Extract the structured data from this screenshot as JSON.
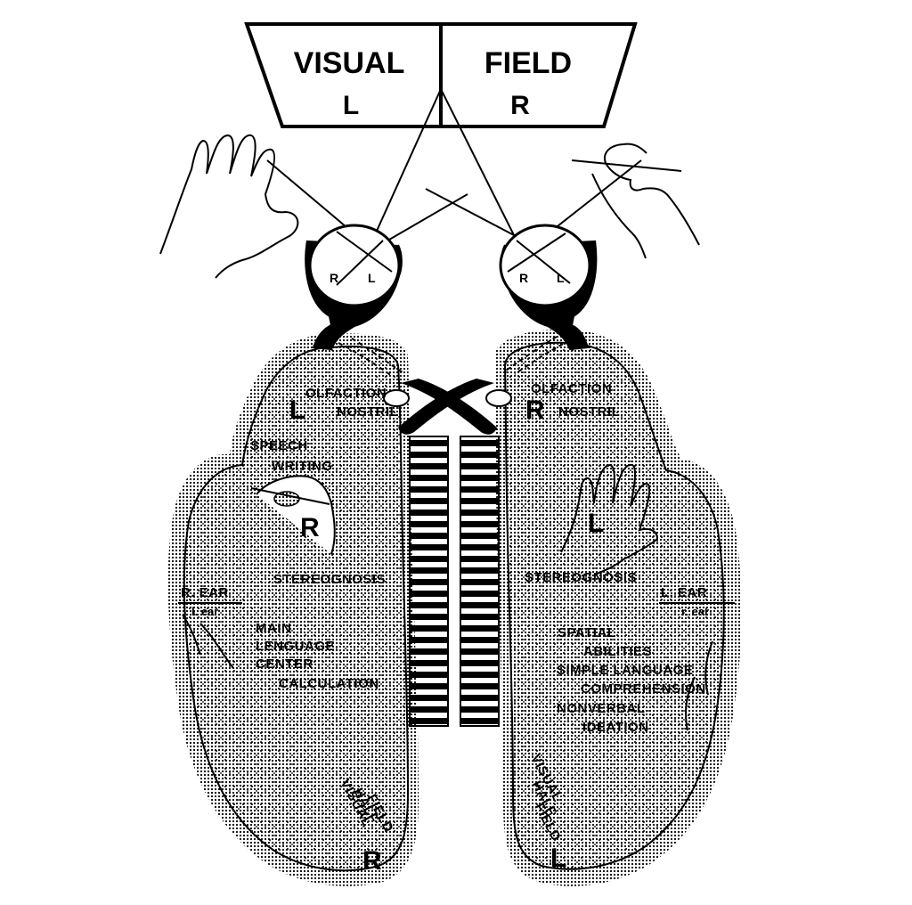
{
  "visual_field": {
    "left_word": "VISUAL",
    "right_word": "FIELD",
    "left_side": "L",
    "right_side": "R"
  },
  "eyes": {
    "left_eye": {
      "r": "R",
      "l": "L"
    },
    "right_eye": {
      "r": "R",
      "l": "L"
    }
  },
  "left_hemisphere": {
    "side_letter": "L",
    "olfaction": "OLFACTION",
    "nostril": "NOSTRIL",
    "speech": "SPEECH",
    "writing": "WRITING",
    "hand_letter": "R",
    "stereognosis": "STEREOGNOSIS",
    "ear_main": "R. EAR",
    "ear_minor": "l. ear",
    "main": "MAIN",
    "language": "LENGUAGE",
    "center": "CENTER",
    "calculation": "CALCULATION",
    "visual": "VISUAL",
    "half": "HALF",
    "field": "FIELD",
    "field_letter": "R"
  },
  "right_hemisphere": {
    "side_letter": "R",
    "olfaction": "OLFACTION",
    "nostril": "NOSTRIL",
    "hand_letter": "L",
    "stereognosis": "STEREOGNOSIS",
    "ear_main": "L. EAR",
    "ear_minor": "r. ear",
    "spatial": "SPATIAL",
    "abilities": "ABILITIES",
    "simple_language": "SIMPLE LANGUAGE",
    "comprehension": "COMPREHENSION",
    "nonverbal": "NONVERBAL",
    "ideation": "IDEATION",
    "visual": "VISUAL",
    "half": "HALF",
    "field": "FIELD",
    "field_letter": "L"
  }
}
